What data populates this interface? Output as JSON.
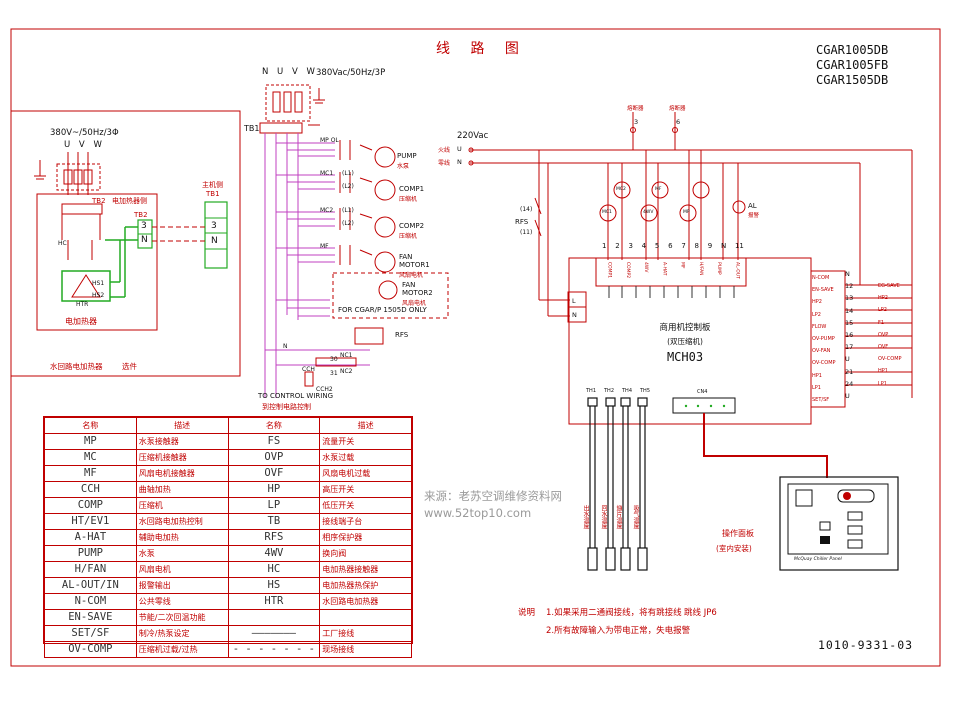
{
  "title": "线 路 图",
  "models": [
    "CGAR1005DB",
    "CGAR1005FB",
    "CGAR1505DB"
  ],
  "power_3ph": {
    "phases": "N U V W",
    "rating": "380Vac/50Hz/3P",
    "tb": "TB1"
  },
  "heater_box": {
    "rating": "380V~/50Hz/3Φ",
    "phases": "U V W",
    "tb2_a": "TB2",
    "tb2_b": "TB2",
    "label_fuse": "电加热器侧",
    "label_main": "主机侧",
    "label_tb1": "TB1",
    "term_3": "3",
    "term_n": "N",
    "hs1": "HS1",
    "hs2": "HS2",
    "hc": "HC",
    "htr": "HTR",
    "caption_inner": "电加热器",
    "caption_outer": "水回路电加热器",
    "caption_opt": "选件"
  },
  "motors": [
    {
      "name": "PUMP",
      "sub": "水泵",
      "contact": "MP OL",
      "l1": "",
      "l2": ""
    },
    {
      "name": "COMP1",
      "sub": "压缩机",
      "contact": "MC1",
      "l1": "(L1)",
      "l2": "(L2)"
    },
    {
      "name": "COMP2",
      "sub": "压缩机",
      "contact": "MC2",
      "l1": "(L1)",
      "l2": "(L2)"
    },
    {
      "name": "FAN MOTOR1",
      "sub": "风扇电机",
      "contact": "MF",
      "l1": "",
      "l2": ""
    },
    {
      "name": "FAN MOTOR2",
      "sub": "风扇电机",
      "contact": "",
      "l1": "",
      "l2": ""
    }
  ],
  "fan2_note": "FOR CGAR/P 1505D ONLY",
  "rfs_label": "RFS",
  "control_labels": {
    "n": "N",
    "cch": "CCH",
    "cch2": "CCH2",
    "t30": "30",
    "t31": "31",
    "nc1": "NC1",
    "nc2": "NC2",
    "to_control": "TO CONTROL WIRING",
    "to_control_cn": "到控制电路控制"
  },
  "ac_supply": {
    "voltage": "220Vac",
    "l_cn": "火线",
    "n_cn": "零线",
    "u": "U",
    "n": "N",
    "fuse_a": "熔断器",
    "fuse_a_no": "3",
    "fuse_b": "熔断器",
    "fuse_b_no": "6"
  },
  "rfs_tag": {
    "a": "(14)",
    "label": "RFS",
    "b": "(11)"
  },
  "coils": [
    "MC1",
    "MC2",
    "4WV",
    "MF",
    "MP"
  ],
  "al_label": "AL",
  "al_sub": "报警",
  "terminal_numbers": [
    "1",
    "2",
    "3",
    "4",
    "5",
    "6",
    "7",
    "8",
    "9",
    "N",
    "11"
  ],
  "terminal_names": [
    "COMP1",
    "COMP2",
    "4WV",
    "A-HAT",
    "MF",
    "H/FAN",
    "PUMP",
    "AL-OUT"
  ],
  "controller": {
    "line1": "商用机控制板",
    "line2": "(双压缩机)",
    "model": "MCH03",
    "l": "L",
    "n": "N",
    "cn4": "CN4"
  },
  "right_inputs": [
    {
      "name": "N-COM",
      "no": "",
      "sw": ""
    },
    {
      "name": "EN-SAVE",
      "no": "12",
      "sw": "EG-SAVE"
    },
    {
      "name": "HP2",
      "no": "13",
      "sw": "HP2"
    },
    {
      "name": "LP2",
      "no": "14",
      "sw": "LP2"
    },
    {
      "name": "FLOW",
      "no": "15",
      "sw": "F1"
    },
    {
      "name": "OV-PUMP",
      "no": "16",
      "sw": "OVP"
    },
    {
      "name": "OV-FAN",
      "no": "17",
      "sw": "OVF"
    },
    {
      "name": "OV-COMP",
      "no": "U",
      "sw": "OV-COMP"
    },
    {
      "name": "HP1",
      "no": "21",
      "sw": "HP1"
    },
    {
      "name": "LP1",
      "no": "24",
      "sw": "LP1"
    },
    {
      "name": "SET/SF",
      "no": "U",
      "sw": ""
    }
  ],
  "sensors": [
    "TH1",
    "TH2",
    "TH4",
    "TH5"
  ],
  "sensor_labels": [
    "出水温度",
    "回水温度",
    "翅片温度",
    "吸气温度"
  ],
  "panel": {
    "label": "操作面板",
    "sub": "(室内安装)",
    "brand": "McQuay Chiller Panel"
  },
  "table_headers": [
    "名称",
    "描述",
    "名称",
    "描述"
  ],
  "table_rows": [
    [
      "MP",
      "水泵接触器",
      "FS",
      "流量开关"
    ],
    [
      "MC",
      "压缩机接触器",
      "OVP",
      "水泵过载"
    ],
    [
      "MF",
      "风扇电机接触器",
      "OVF",
      "风扇电机过载"
    ],
    [
      "CCH",
      "曲轴加热",
      "HP",
      "高压开关"
    ],
    [
      "COMP",
      "压缩机",
      "LP",
      "低压开关"
    ],
    [
      "HT/EV1",
      "水回路电加热控制",
      "TB",
      "接线端子台"
    ],
    [
      "A-HAT",
      "辅助电加热",
      "RFS",
      "相序保护器"
    ],
    [
      "PUMP",
      "水泵",
      "4WV",
      "换向阀"
    ],
    [
      "H/FAN",
      "风扇电机",
      "HC",
      "电加热器接触器"
    ],
    [
      "AL-OUT/IN",
      "报警输出",
      "HS",
      "电加热器热保护"
    ],
    [
      "N-COM",
      "公共零线",
      "HTR",
      "水回路电加热器"
    ],
    [
      "EN-SAVE",
      "节能/二次回温功能",
      "",
      ""
    ],
    [
      "SET/SF",
      "制冷/热泵设定",
      "———————",
      "工厂接线"
    ],
    [
      "OV-COMP",
      "压缩机过载/过热",
      "- - - - - - -",
      "现场接线"
    ]
  ],
  "watermark": {
    "line1": "来源：老苏空调维修资料网",
    "line2": "www.52top10.com"
  },
  "notes": {
    "label": "说明",
    "n1": "1.如果采用二通阀接线，将有跳接线",
    "n1b": "跳线 JP6",
    "n2": "2.所有故障输入为带电正常，失电报警"
  },
  "doc_no": "1010-9331-03"
}
